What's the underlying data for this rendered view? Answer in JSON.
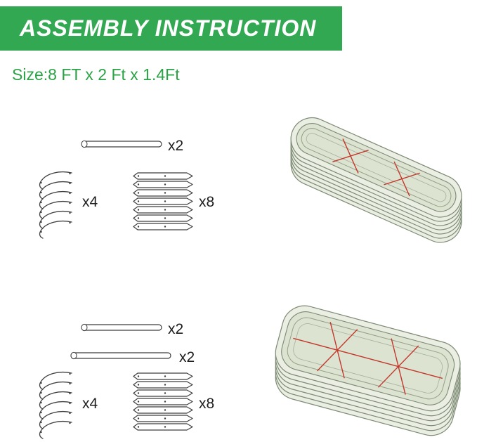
{
  "header": {
    "title": "ASSEMBLY INSTRUCTION",
    "size_text": "Size:8 FT x 2 Ft x 1.4Ft"
  },
  "colors": {
    "banner_green": "#33a852",
    "size_text_green": "#2ba245",
    "bed_fill": "#eaeee3",
    "bed_inner_fill": "#dce3d1",
    "bed_outline": "#7d8a74",
    "rod_red": "#c3372b",
    "part_outline": "#3f3f3f",
    "label_color": "#1d1d1d"
  },
  "diagrams": [
    {
      "name": "oval-bed-step",
      "result": "assembled-oval-raised-garden-bed",
      "parts": [
        {
          "part": "top-rail-rod",
          "qty_label": "x2"
        },
        {
          "part": "curved-corner-panel",
          "qty_label": "x4"
        },
        {
          "part": "straight-side-panel",
          "qty_label": "x8"
        }
      ]
    },
    {
      "name": "rounded-rectangle-bed-step",
      "result": "assembled-rounded-rectangle-raised-garden-bed",
      "parts": [
        {
          "part": "top-rail-rod",
          "qty_label": "x2"
        },
        {
          "part": "long-top-rail-rod",
          "qty_label": "x2"
        },
        {
          "part": "curved-corner-panel",
          "qty_label": "x4"
        },
        {
          "part": "straight-side-panel",
          "qty_label": "x8"
        }
      ]
    }
  ]
}
